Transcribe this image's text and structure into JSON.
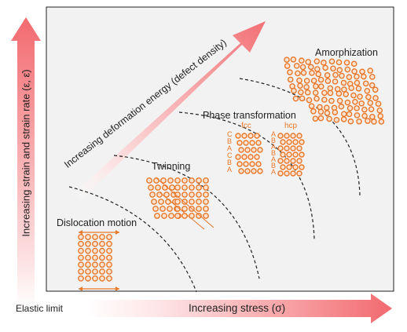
{
  "labels": {
    "y_axis": "Increasing strain and strain rate (ε, ε̇)",
    "x_axis": "Increasing stress (σ)",
    "elastic_limit": "Elastic limit",
    "energy_arrow": "Increasing deformation energy (defect density)",
    "dislocation": "Dislocation motion",
    "twinning": "Twinning",
    "phase": "Phase transformation",
    "amorphization": "Amorphization",
    "fcc": "fcc",
    "hcp": "hcp"
  },
  "stacking": {
    "fcc": [
      "C",
      "B",
      "A",
      "C",
      "B",
      "A"
    ],
    "hcp": [
      "A",
      "B",
      "A",
      "B",
      "A",
      "B",
      "A"
    ]
  },
  "colors": {
    "atom_stroke": "#e8772a",
    "atom_fill": "#fbe3cf",
    "arrow_dark": "#f26a6f",
    "arrow_light": "#fde3e4",
    "frame_fill": "#f2f2f2",
    "frame_stroke": "#222222"
  }
}
